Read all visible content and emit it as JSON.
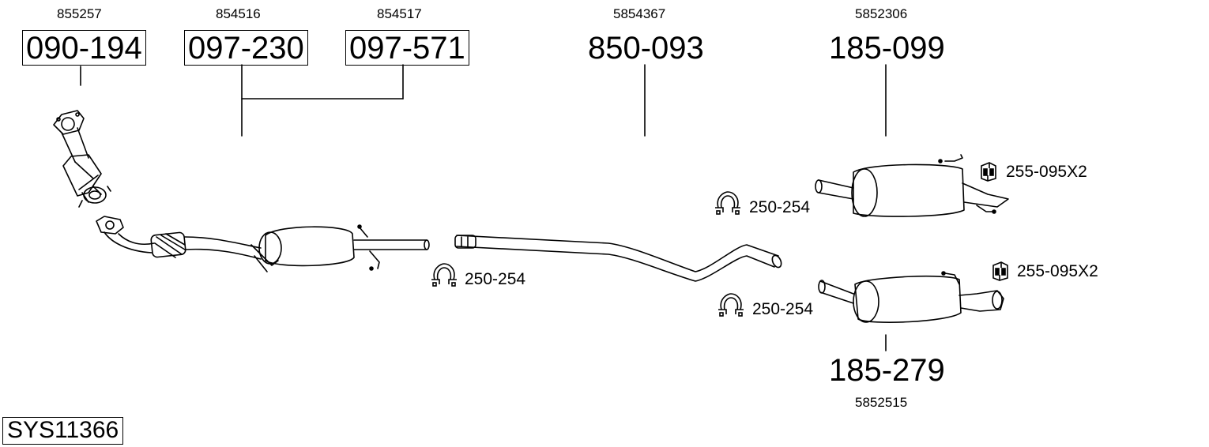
{
  "diagram": {
    "system_code": "SYS11366",
    "parts": [
      {
        "id": "downpipe",
        "part_no": "090-194",
        "oem": "855257"
      },
      {
        "id": "front-pipe",
        "part_no": "097-230",
        "oem": "854516"
      },
      {
        "id": "front-pipe-alt",
        "part_no": "097-571",
        "oem": "854517"
      },
      {
        "id": "middle-pipe",
        "part_no": "850-093",
        "oem": "5854367"
      },
      {
        "id": "rear-silencer-upper",
        "part_no": "185-099",
        "oem": "5852306"
      },
      {
        "id": "rear-silencer-lower",
        "part_no": "185-279",
        "oem": "5852515"
      }
    ],
    "accessories": [
      {
        "id": "clamp-1",
        "label": "250-254",
        "icon": "clamp-icon"
      },
      {
        "id": "clamp-2",
        "label": "250-254",
        "icon": "clamp-icon"
      },
      {
        "id": "clamp-3",
        "label": "250-254",
        "icon": "clamp-icon"
      },
      {
        "id": "rubber-mount-1",
        "label": "255-095X2",
        "icon": "rubber-mount-icon"
      },
      {
        "id": "rubber-mount-2",
        "label": "255-095X2",
        "icon": "rubber-mount-icon"
      }
    ]
  }
}
